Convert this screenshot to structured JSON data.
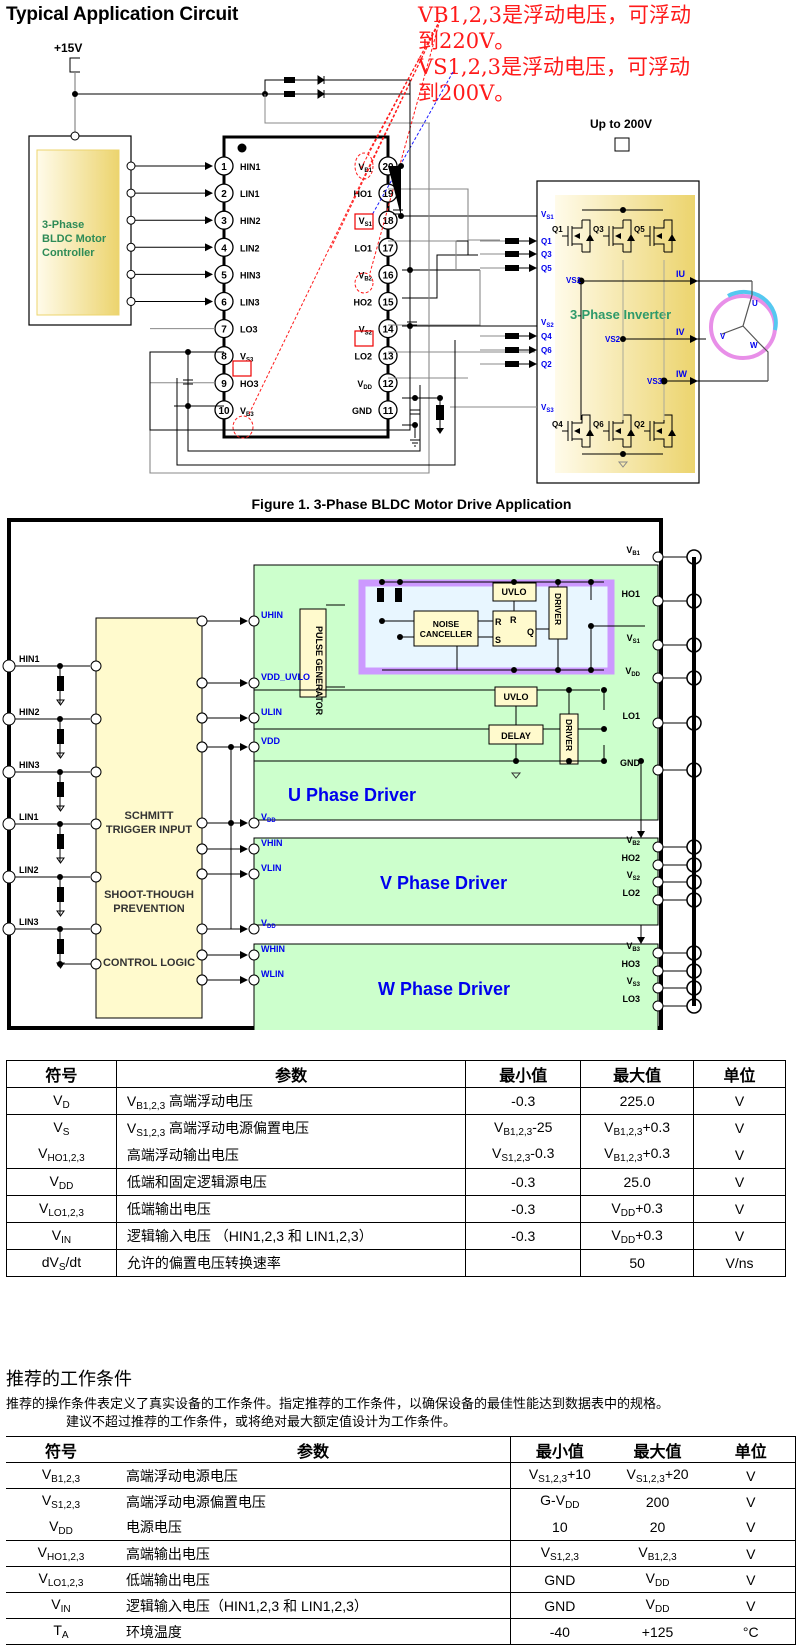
{
  "header": {
    "title": "Typical Application Circuit",
    "annotation_lines": [
      "VB1,2,3是浮动电压，可浮动",
      "到220V。",
      "VS1,2,3是浮动电压，可浮动",
      "到200V。"
    ]
  },
  "app_circuit": {
    "supply_label": "+15V",
    "high_voltage_label": "Up to 200V",
    "controller_label_lines": [
      "3-Phase",
      "BLDC Motor",
      "Controller"
    ],
    "inverter_label": "3-Phase Inverter",
    "left_pins": [
      {
        "num": "1",
        "name": "HIN1"
      },
      {
        "num": "2",
        "name": "LIN1"
      },
      {
        "num": "3",
        "name": "HIN2"
      },
      {
        "num": "4",
        "name": "LIN2"
      },
      {
        "num": "5",
        "name": "HIN3"
      },
      {
        "num": "6",
        "name": "LIN3"
      },
      {
        "num": "7",
        "name": "LO3"
      },
      {
        "num": "8",
        "name": "VS3"
      },
      {
        "num": "9",
        "name": "HO3"
      },
      {
        "num": "10",
        "name": "VB3"
      }
    ],
    "right_pins": [
      {
        "num": "20",
        "name": "VB1"
      },
      {
        "num": "19",
        "name": "HO1"
      },
      {
        "num": "18",
        "name": "VS1"
      },
      {
        "num": "17",
        "name": "LO1"
      },
      {
        "num": "16",
        "name": "VB2"
      },
      {
        "num": "15",
        "name": "HO2"
      },
      {
        "num": "14",
        "name": "VS2"
      },
      {
        "num": "13",
        "name": "LO2"
      },
      {
        "num": "12",
        "name": "VDD"
      },
      {
        "num": "11",
        "name": "GND"
      }
    ],
    "inverter_inputs": [
      "VS1",
      "Q1",
      "Q3",
      "Q5",
      "VS2",
      "Q4",
      "Q6",
      "Q2",
      "VS3"
    ],
    "transistors_top": [
      "Q1",
      "Q3",
      "Q5"
    ],
    "transistors_bottom": [
      "Q4",
      "Q6",
      "Q2"
    ],
    "node_labels": [
      "VS1",
      "VS2",
      "VS3"
    ],
    "phase_currents": [
      "IU",
      "IV",
      "IW"
    ],
    "motor_windings": [
      "U",
      "V",
      "W"
    ],
    "figure_caption": "Figure 1. 3-Phase BLDC Motor Drive Application"
  },
  "block_diagram": {
    "inputs": [
      "HIN1",
      "HIN2",
      "HIN3",
      "LIN1",
      "LIN2",
      "LIN3"
    ],
    "logic_block_lines": [
      "SCHMITT",
      "TRIGGER INPUT",
      "SHOOT-THOUGH",
      "PREVENTION",
      "CONTROL LOGIC"
    ],
    "u_phase": {
      "title": "U Phase Driver",
      "inputs": [
        "UHIN",
        "VDD_UVLO",
        "ULIN",
        "VDD"
      ],
      "outputs": [
        "VB1",
        "HO1",
        "VS1",
        "VDD",
        "LO1",
        "GND"
      ],
      "blocks": [
        "PULSE GENERATOR",
        "NOISE CANCELLER",
        "UVLO",
        "DRIVER",
        "UVLO",
        "DELAY",
        "DRIVER"
      ],
      "latch_pins": [
        "R",
        "R",
        "S",
        "Q"
      ]
    },
    "v_phase": {
      "title": "V  Phase  Driver",
      "inputs": [
        "VDD",
        "VHIN",
        "VLIN"
      ],
      "outputs": [
        "VB2",
        "HO2",
        "VS2",
        "LO2"
      ]
    },
    "w_phase": {
      "title": "W Phase Driver",
      "inputs": [
        "VDD",
        "WHIN",
        "WLIN"
      ],
      "outputs": [
        "VB3",
        "HO3",
        "VS3",
        "LO3"
      ]
    }
  },
  "abs_max_table": {
    "headers": [
      "符号",
      "参数",
      "最小值",
      "最大值",
      "单位"
    ],
    "rows": [
      {
        "symbol": "V",
        "symbol_sub": "D",
        "param_prefix": "V",
        "param_prefix_sub": "B1,2,3",
        "param": " 高端浮动电压",
        "min": "-0.3",
        "min_sub": "",
        "min_suffix": "",
        "max": "225.0",
        "max_sub": "",
        "max_suffix": "",
        "unit": "V"
      },
      {
        "symbol": "V",
        "symbol_sub": "S",
        "param_prefix": "V",
        "param_prefix_sub": "S1,2,3",
        "param": " 高端浮动电源偏置电压",
        "min": "V",
        "min_sub": "B1,2,3",
        "min_suffix": "-25",
        "max": "V",
        "max_sub": "B1,2,3",
        "max_suffix": "+0.3",
        "unit": "V"
      },
      {
        "symbol": "V",
        "symbol_sub": "HO1,2,3",
        "param_prefix": "",
        "param_prefix_sub": "",
        "param": "高端浮动输出电压",
        "min": "V",
        "min_sub": "S1,2,3",
        "min_suffix": "-0.3",
        "max": "V",
        "max_sub": "B1,2,3",
        "max_suffix": "+0.3",
        "unit": "V"
      },
      {
        "symbol": "V",
        "symbol_sub": "DD",
        "param_prefix": "",
        "param_prefix_sub": "",
        "param": "低端和固定逻辑源电压",
        "min": "-0.3",
        "min_sub": "",
        "min_suffix": "",
        "max": "25.0",
        "max_sub": "",
        "max_suffix": "",
        "unit": "V"
      },
      {
        "symbol": "V",
        "symbol_sub": "LO1,2,3",
        "param_prefix": "",
        "param_prefix_sub": "",
        "param": "低端输出电压",
        "min": "-0.3",
        "min_sub": "",
        "min_suffix": "",
        "max": "V",
        "max_sub": "DD",
        "max_suffix": "+0.3",
        "unit": "V"
      },
      {
        "symbol": "V",
        "symbol_sub": "IN",
        "param_prefix": "",
        "param_prefix_sub": "",
        "param": " 逻辑输入电压 （HIN1,2,3 和 LIN1,2,3）",
        "min": "-0.3",
        "min_sub": "",
        "min_suffix": "",
        "max": "V",
        "max_sub": "DD",
        "max_suffix": "+0.3",
        "unit": "V"
      },
      {
        "symbol": "dV",
        "symbol_sub": "S",
        "symbol_suffix": "/dt",
        "param_prefix": "",
        "param_prefix_sub": "",
        "param": "允许的偏置电压转换速率",
        "min": "",
        "min_sub": "",
        "min_suffix": "",
        "max": "50",
        "max_sub": "",
        "max_suffix": "",
        "unit": "V/ns"
      }
    ]
  },
  "recommended": {
    "title": "推荐的工作条件",
    "desc_line1": "推荐的操作条件表定义了真实设备的工作条件。指定推荐的工作条件，以确保设备的最佳性能达到数据表中的规格。",
    "desc_line2": "建议不超过推荐的工作条件，或将绝对最大额定值设计为工作条件。",
    "headers": [
      "符号",
      "参数",
      "最小值",
      "最大值",
      "单位"
    ],
    "rows": [
      {
        "symbol": "V",
        "symbol_sub": "B1,2,3",
        "param": "高端浮动电源电压",
        "min": "V",
        "min_sub": "S1,2,3",
        "min_suffix": "+10",
        "max": "V",
        "max_sub": "S1,2,3",
        "max_suffix": "+20",
        "unit": "V"
      },
      {
        "symbol": "V",
        "symbol_sub": "S1,2,3",
        "param": "高端浮动电源偏置电压",
        "min": "G-V",
        "min_sub": "DD",
        "min_suffix": "",
        "max": "200",
        "max_sub": "",
        "max_suffix": "",
        "unit": "V"
      },
      {
        "symbol": "V",
        "symbol_sub": "DD",
        "param": "电源电压",
        "min": "10",
        "min_sub": "",
        "min_suffix": "",
        "max": "20",
        "max_sub": "",
        "max_suffix": "",
        "unit": "V"
      },
      {
        "symbol": "V",
        "symbol_sub": "HO1,2,3",
        "param": "高端输出电压",
        "min": "V",
        "min_sub": "S1,2,3",
        "min_suffix": "",
        "max": "V",
        "max_sub": "B1,2,3",
        "max_suffix": "",
        "unit": "V"
      },
      {
        "symbol": "V",
        "symbol_sub": "LO1,2,3",
        "param": "低端输出电压",
        "min": "GND",
        "min_sub": "",
        "min_suffix": "",
        "max": "V",
        "max_sub": "DD",
        "max_suffix": "",
        "unit": "V"
      },
      {
        "symbol": "V",
        "symbol_sub": "IN",
        "param": "逻辑输入电压（HIN1,2,3 和 LIN1,2,3）",
        "min": "GND",
        "min_sub": "",
        "min_suffix": "",
        "max": "V",
        "max_sub": "DD",
        "max_suffix": "",
        "unit": "V"
      },
      {
        "symbol": "T",
        "symbol_sub": "A",
        "param": "环境温度",
        "min": "-40",
        "min_sub": "",
        "min_suffix": "",
        "max": "+125",
        "max_sub": "",
        "max_suffix": "",
        "unit": "°C"
      }
    ]
  },
  "colors": {
    "annotation_red": "#ff1a1a",
    "annotation_blue": "#1a1aff",
    "label_blue": "#0000ee",
    "controller_text": "#2e8b57",
    "inverter_text": "#2e9a6a",
    "block_green": "#ccffcc",
    "block_yellow": "#fffacd",
    "highlight_purple": "#cc99ff",
    "highlight_fill": "#e8f6ff",
    "gold": "#e9d27a"
  }
}
